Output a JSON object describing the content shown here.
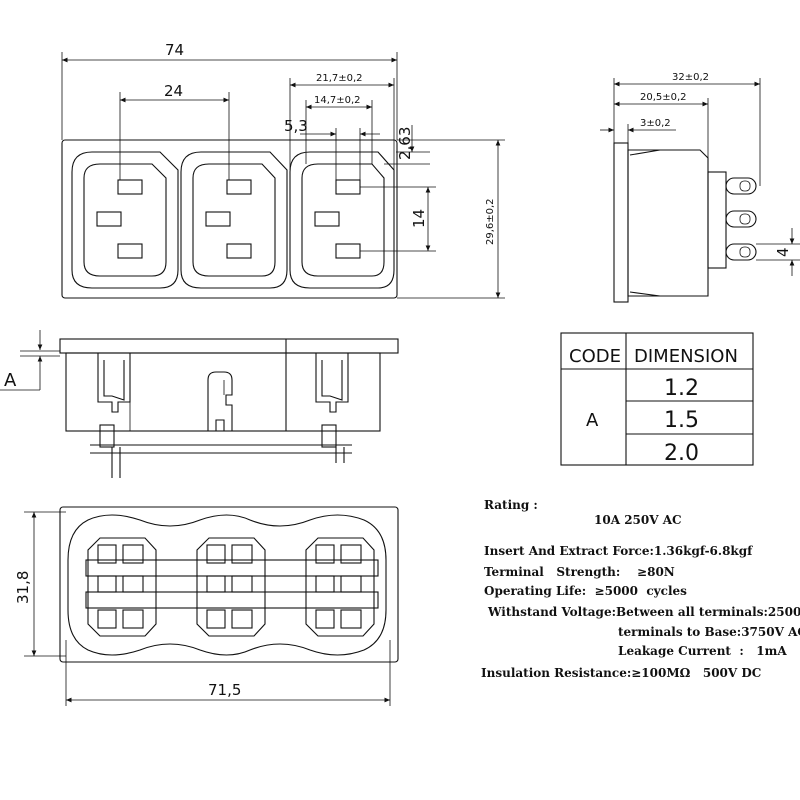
{
  "front_view": {
    "overall_width": "74",
    "pitch": "24",
    "socket_width": "21,7±0,2",
    "pin_spacing": "14,7±0,2",
    "pin_width": "5,3",
    "pin_offset": "2,63",
    "pin_vertical": "14",
    "height": "29,6±0,2"
  },
  "side_view": {
    "depth": "32±0,2",
    "body_depth": "20,5±0,2",
    "flange": "3±0,2",
    "terminal_pitch": "4"
  },
  "section_view": {
    "label": "A"
  },
  "bottom_view": {
    "height": "31,8",
    "width": "71,5"
  },
  "table": {
    "header_code": "CODE",
    "header_dimension": "DIMENSION",
    "code": "A",
    "values": [
      "1.2",
      "1.5",
      "2.0"
    ]
  },
  "specs": {
    "rating_label": "Rating :",
    "rating_value": "10A  250V AC",
    "insert_force": "Insert And Extract Force:1.36kgf-6.8kgf",
    "terminal_strength": "Terminal   Strength:    ≥80N",
    "operating_life": "Operating Life:  ≥5000  cycles",
    "withstand_1": "Withstand Voltage:Between all terminals:2500",
    "withstand_2": "terminals to Base:3750V AC",
    "leakage": "Leakage Current  :   1mA",
    "insulation": "Insulation Resistance:≥100MΩ   500V DC"
  }
}
